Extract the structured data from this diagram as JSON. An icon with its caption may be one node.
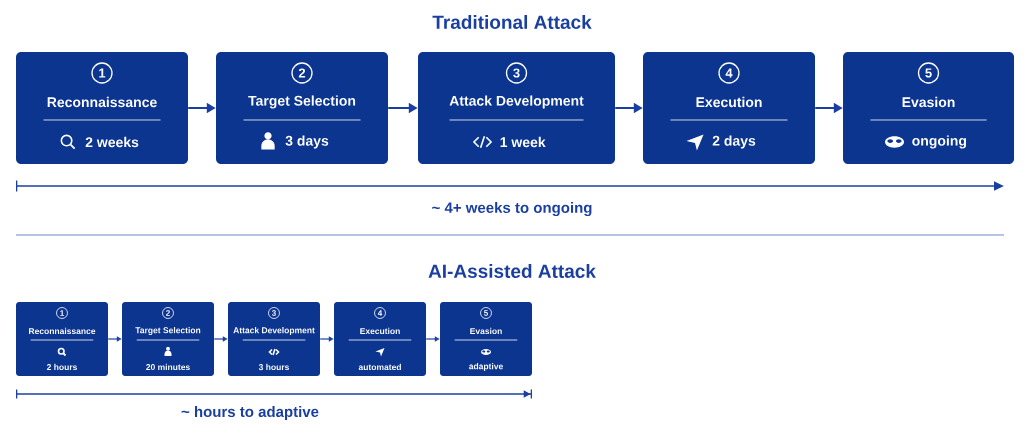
{
  "diagram": {
    "nodes": [
      {
        "text": [
          "1",
          "Reconnaissance",
          "2 weeks"
        ]
      },
      {
        "text": [
          "2",
          "Target Selection",
          "3 days"
        ]
      },
      {
        "text": [
          "3",
          "Attack Development",
          "1 week"
        ]
      },
      {
        "text": [
          "4",
          "Execution",
          "2 days"
        ]
      },
      {
        "text": [
          "5",
          "Evasion",
          "ongoing"
        ]
      },
      {
        "text": [
          "1",
          "Reconnaissance",
          "2 hours"
        ]
      },
      {
        "text": [
          "2",
          "Target Selection",
          "20 minutes"
        ]
      },
      {
        "text": [
          "3",
          "Attack Development",
          "3 hours"
        ]
      },
      {
        "text": [
          "4",
          "Execution",
          "automated"
        ]
      },
      {
        "text": [
          "5",
          "Evasion",
          "adaptive"
        ]
      }
    ],
    "edges": [
      {
        "from": 0,
        "to": 1,
        "arrow": "to"
      },
      {
        "from": 1,
        "to": 2,
        "arrow": "to"
      },
      {
        "from": 2,
        "to": 3,
        "arrow": "to"
      },
      {
        "from": 3,
        "to": 4,
        "arrow": "to"
      },
      {
        "from": 5,
        "to": 6,
        "arrow": "to"
      },
      {
        "from": 6,
        "to": 7,
        "arrow": "to"
      },
      {
        "from": 7,
        "to": 8,
        "arrow": "to"
      },
      {
        "from": 8,
        "to": 9,
        "arrow": "to"
      }
    ],
    "labels": [
      "Traditional Attack",
      "~ 4+ weeks to ongoing",
      "AI-Assisted Attack",
      "~ hours to adaptive"
    ]
  }
}
